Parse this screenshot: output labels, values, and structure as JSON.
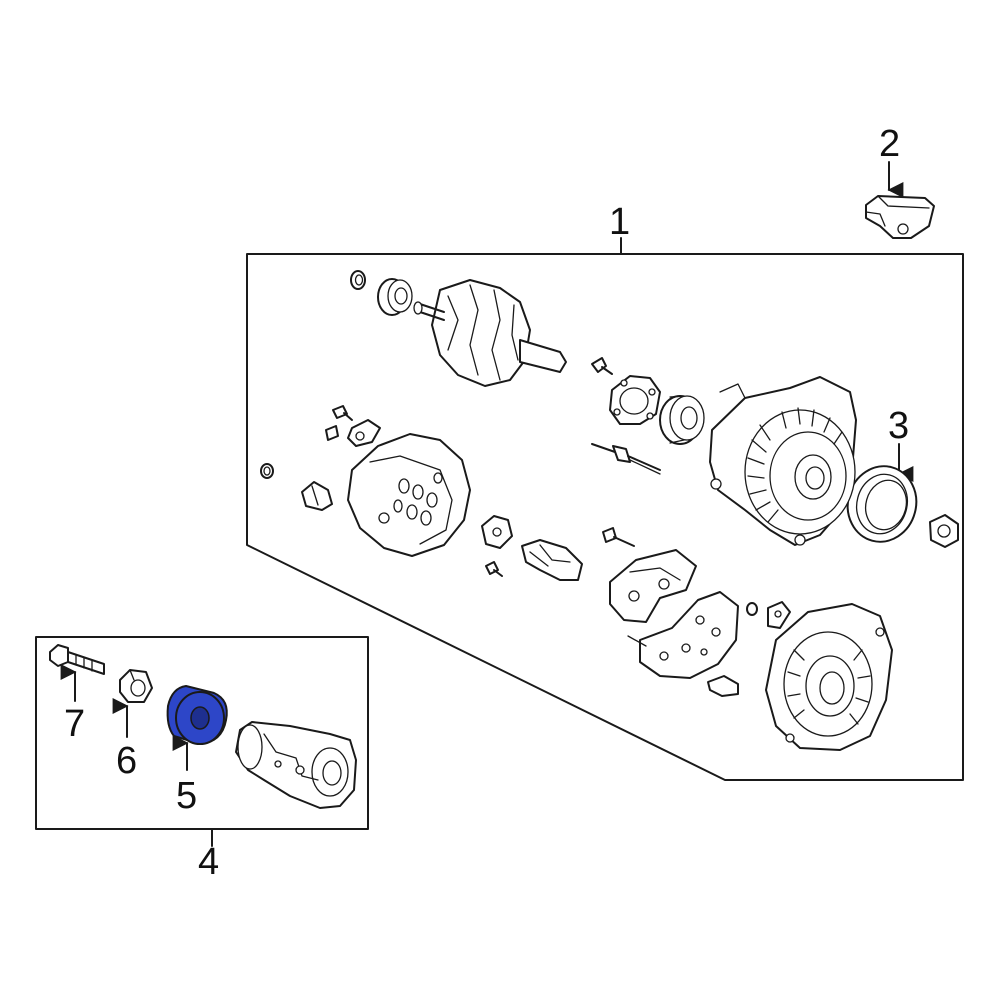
{
  "diagram": {
    "highlight_color": "#2d46c8",
    "outline_color": "#1a1a1a",
    "callouts": [
      {
        "id": "c1",
        "label": "1"
      },
      {
        "id": "c2",
        "label": "2"
      },
      {
        "id": "c3",
        "label": "3"
      },
      {
        "id": "c4",
        "label": "4"
      },
      {
        "id": "c5",
        "label": "5"
      },
      {
        "id": "c6",
        "label": "6"
      },
      {
        "id": "c7",
        "label": "7"
      }
    ]
  }
}
